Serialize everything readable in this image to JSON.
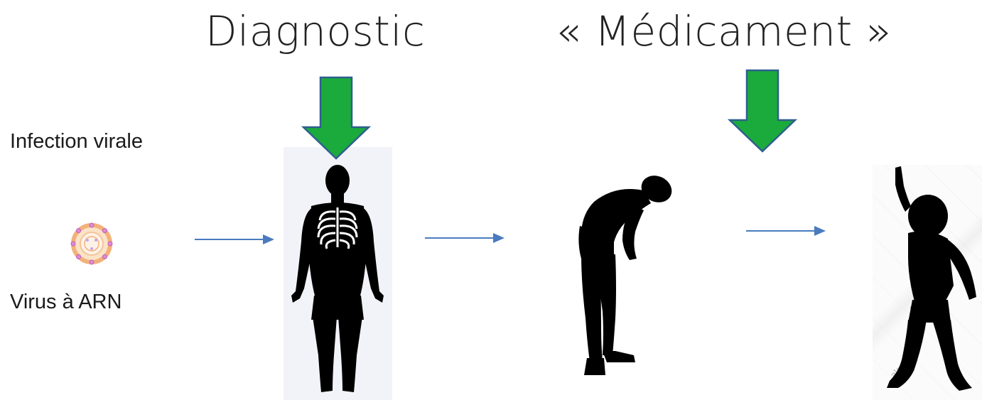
{
  "titles": {
    "diagnostic": "Diagnostic",
    "medicament": "« Médicament »"
  },
  "labels": {
    "infection": "Infection virale",
    "virus": "Virus à ARN"
  },
  "watermark": {
    "text": "alamy"
  },
  "icons": {
    "green_arrow": "down-arrow-icon",
    "virus": "virus-icon",
    "body": "human-body-lungs-icon",
    "sick_person": "bent-over-person-icon",
    "healthy_person": "dancing-person-icon",
    "flow_arrow": "right-arrow-icon"
  },
  "colors": {
    "green_arrow_fill": "#1aab3c",
    "green_arrow_stroke": "#2f5f8f",
    "flow_arrow": "#4a7bbf",
    "body_panel": "#f1f3f8",
    "silhouette": "#000000",
    "virus_ring": "#f2b27a",
    "virus_dots": "#e08ad8"
  }
}
